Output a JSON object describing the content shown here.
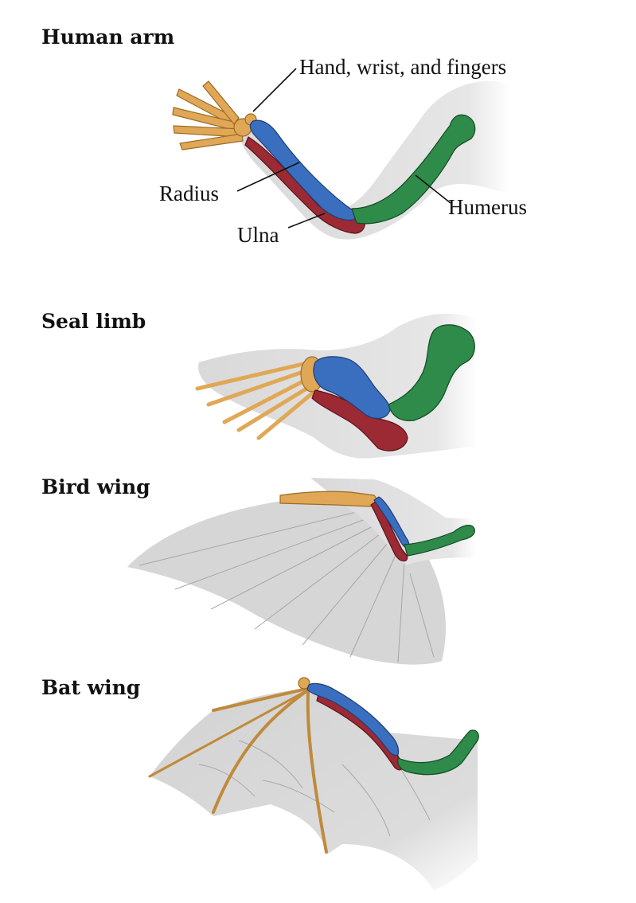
{
  "panels": {
    "human": {
      "title": "Human arm",
      "labels": {
        "hand": "Hand, wrist, and fingers",
        "radius": "Radius",
        "ulna": "Ulna",
        "humerus": "Humerus"
      }
    },
    "seal": {
      "title": "Seal limb"
    },
    "bird": {
      "title": "Bird wing"
    },
    "bat": {
      "title": "Bat wing"
    }
  },
  "colors": {
    "humerus": "#2e8b4a",
    "radius": "#3a6fc0",
    "ulna": "#9b2a35",
    "hand": "#e0a856",
    "skin": "#d8d8d8",
    "membrane": "#d6d6d6"
  },
  "icons": {
    "humerus": "green-bone-icon",
    "radius": "blue-bone-icon",
    "ulna": "red-bone-icon",
    "hand": "orange-bone-icon"
  }
}
